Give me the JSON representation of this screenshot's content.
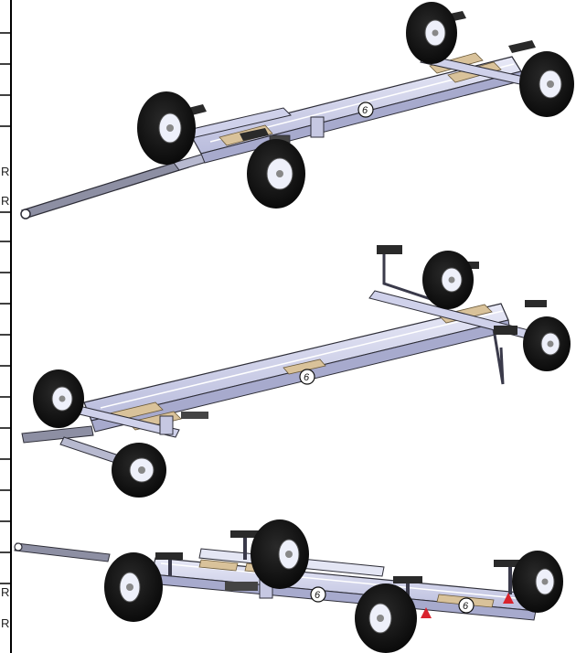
{
  "sidebar": {
    "edge_letters": [
      "R",
      "R",
      "R",
      "R"
    ]
  },
  "views": [
    {
      "badges": [
        "6"
      ]
    },
    {
      "badges": [
        "6"
      ]
    },
    {
      "badges": [
        "6",
        "6"
      ]
    }
  ],
  "colors": {
    "frame": "#c9cbe6",
    "frame_light": "#e4e6f4",
    "frame_stroke": "#3a3a4a",
    "tire": "#0c0c0c",
    "hub": "#eef0fa",
    "deck": "#d9c29a",
    "warning_triangle": "#d9232d"
  }
}
